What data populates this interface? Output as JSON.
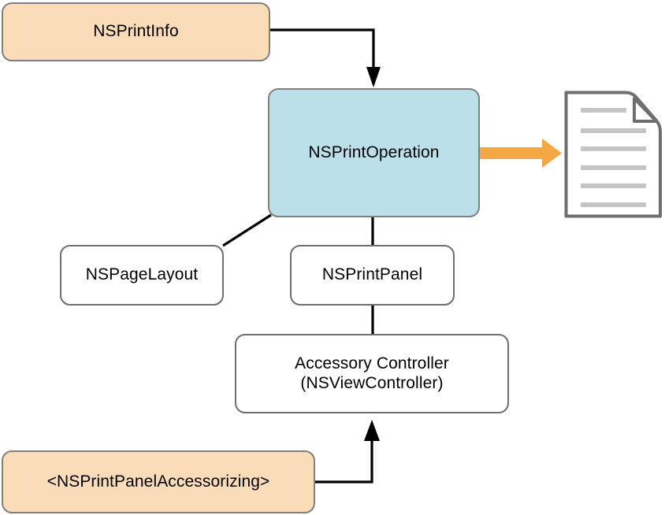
{
  "diagram": {
    "title": "NSPrintOperation printing architecture",
    "colors": {
      "orange_fill": "#FADCB8",
      "blue_fill": "#BCE0EA",
      "node_stroke": "#808080",
      "edge_stroke": "#000000",
      "arrow_orange": "#F4A843",
      "doc_outline": "#6E6E6E",
      "doc_line": "#C5C5C5",
      "background": "#FFFFFF"
    },
    "nodes": [
      {
        "id": "printinfo",
        "label": "NSPrintInfo",
        "style": "orange"
      },
      {
        "id": "printoperation",
        "label": "NSPrintOperation",
        "style": "blue"
      },
      {
        "id": "pagelayout",
        "label": "NSPageLayout",
        "style": "plain"
      },
      {
        "id": "printpanel",
        "label": "NSPrintPanel",
        "style": "plain"
      },
      {
        "id": "accessory",
        "label": "Accessory Controller\n(NSViewController)",
        "style": "plain"
      },
      {
        "id": "protocol",
        "label": "<NSPrintPanelAccessorizing>",
        "style": "orange"
      }
    ],
    "edges": [
      {
        "id": "printinfo-to-printoperation",
        "from": "printinfo",
        "to": "printoperation",
        "arrow": "black-arrowhead"
      },
      {
        "id": "printoperation-to-output",
        "from": "printoperation",
        "to": "document-output",
        "arrow": "orange-block-arrow"
      },
      {
        "id": "printoperation-to-pagelayout",
        "from": "printoperation",
        "to": "pagelayout",
        "arrow": "none"
      },
      {
        "id": "printoperation-to-printpanel",
        "from": "printoperation",
        "to": "printpanel",
        "arrow": "none"
      },
      {
        "id": "printpanel-to-accessory",
        "from": "printpanel",
        "to": "accessory",
        "arrow": "none"
      },
      {
        "id": "protocol-to-accessory",
        "from": "protocol",
        "to": "accessory",
        "arrow": "black-arrowhead"
      }
    ],
    "output_icon": {
      "name": "printed-document",
      "line_count": 6
    }
  }
}
